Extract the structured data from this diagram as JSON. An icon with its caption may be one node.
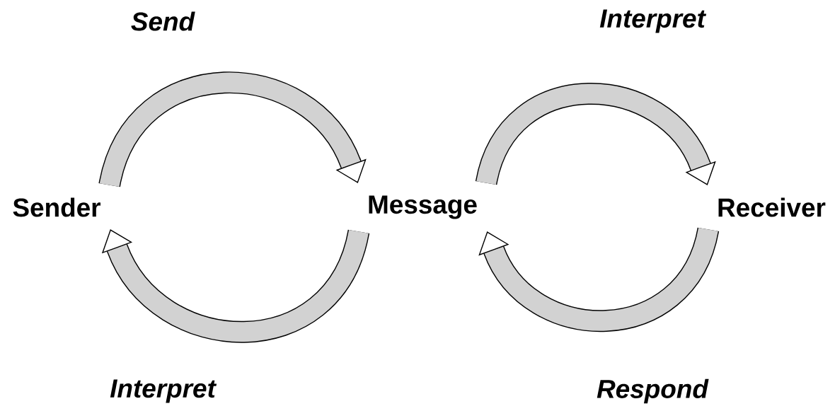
{
  "diagram": {
    "nodes": [
      {
        "text": [
          "Sender"
        ]
      },
      {
        "text": [
          "Message"
        ]
      },
      {
        "text": [
          "Receiver"
        ]
      }
    ],
    "edges": [
      {
        "from": 0,
        "to": 1,
        "arrow": "to",
        "label": "Send"
      },
      {
        "from": 1,
        "to": 2,
        "arrow": "to",
        "label": "Interpret"
      },
      {
        "from": 2,
        "to": 1,
        "arrow": "to",
        "label": "Respond"
      },
      {
        "from": 1,
        "to": 0,
        "arrow": "to",
        "label": "Interpret"
      }
    ]
  }
}
